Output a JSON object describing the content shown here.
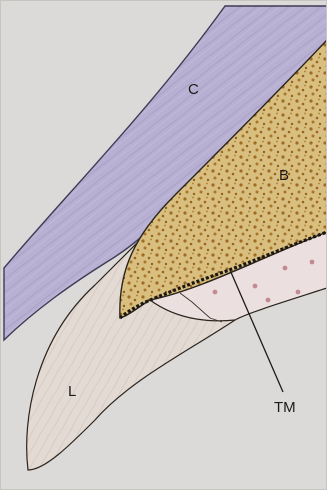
{
  "labels": {
    "cartilage": "C",
    "bone": "B",
    "ligament": "L",
    "tidemark": "TM"
  },
  "colors": {
    "background": "#dcdad8",
    "cartilage_fill": "#b8b0d2",
    "cartilage_stroke": "#3e3a55",
    "bone_fill": "#d4ba7a",
    "bone_pore": "#a06b22",
    "bone_edge": "#2a241c",
    "ligament_fill": "#e3dad4",
    "calcified_fill": "#ebe0df",
    "cell_dot": "#c48a92",
    "line": "#1e1a1a"
  }
}
